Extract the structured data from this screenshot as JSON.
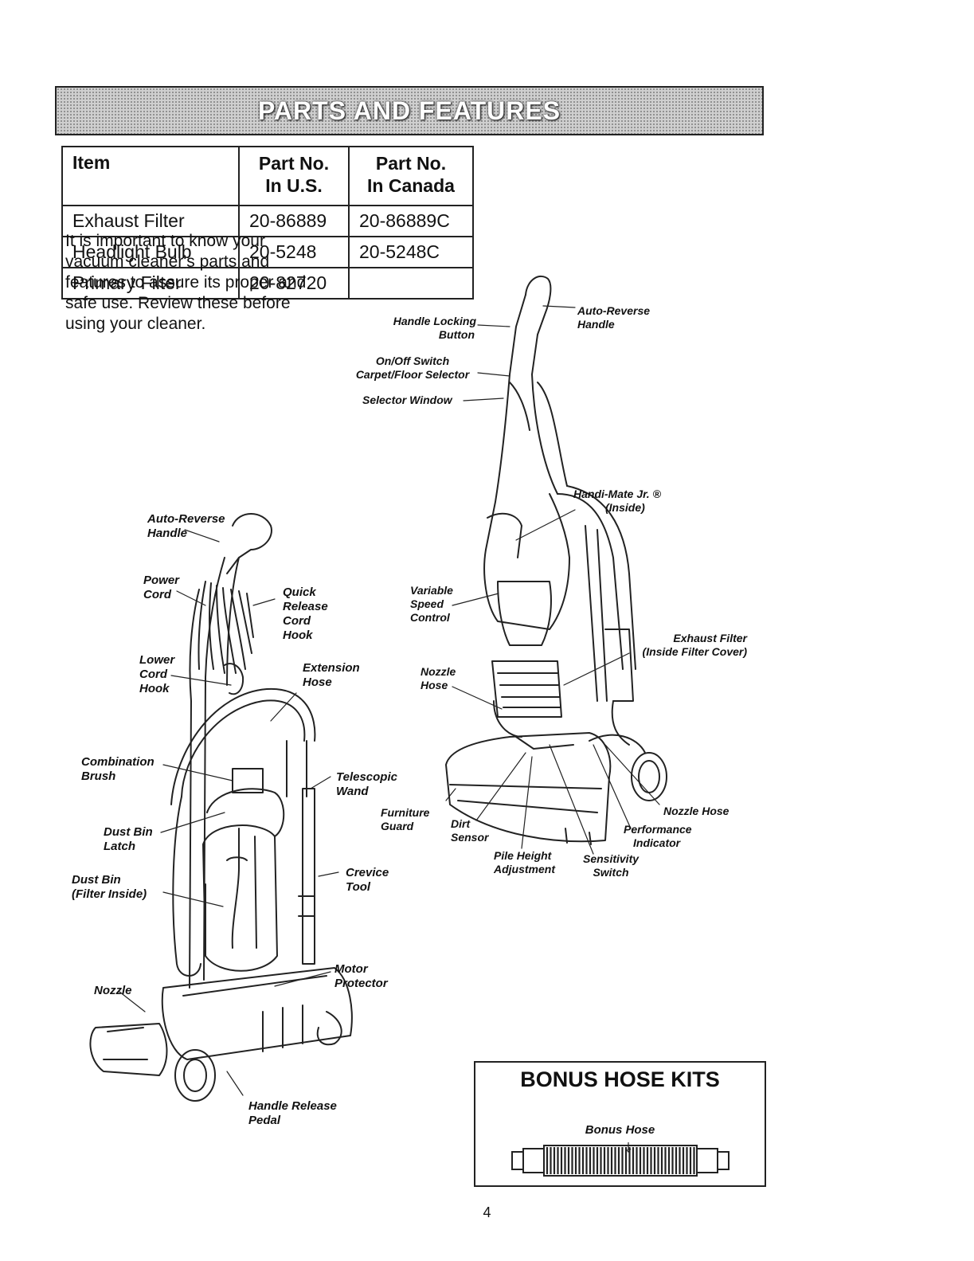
{
  "banner": {
    "title": "PARTS AND FEATURES"
  },
  "table": {
    "headers": {
      "item": "Item",
      "us_line1": "Part No.",
      "us_line2": "In U.S.",
      "ca_line1": "Part No.",
      "ca_line2": "In Canada"
    },
    "rows": [
      {
        "item": "Exhaust Filter",
        "us": "20-86889",
        "ca": "20-86889C"
      },
      {
        "item": "Headlight Bulb",
        "us": "20-5248",
        "ca": "20-5248C"
      },
      {
        "item": "Primary Filter",
        "us": "20-82720",
        "ca": ""
      }
    ]
  },
  "intro": "It is important to know your vacuum cleaner's parts and features to assure its proper and safe use. Review these before using your cleaner.",
  "left_labels": {
    "auto_reverse_handle": [
      "Auto-Reverse",
      "Handle"
    ],
    "power_cord": [
      "Power",
      "Cord"
    ],
    "quick_release": [
      "Quick",
      "Release",
      "Cord",
      "Hook"
    ],
    "lower_cord_hook": [
      "Lower",
      "Cord",
      "Hook"
    ],
    "extension_hose": [
      "Extension",
      "Hose"
    ],
    "combination_brush": [
      "Combination",
      "Brush"
    ],
    "telescopic_wand": [
      "Telescopic",
      "Wand"
    ],
    "dust_bin_latch": [
      "Dust Bin",
      "Latch"
    ],
    "dust_bin": [
      "Dust Bin",
      "(Filter Inside)"
    ],
    "crevice_tool": [
      "Crevice",
      "Tool"
    ],
    "motor_protector": [
      "Motor",
      "Protector"
    ],
    "nozzle": "Nozzle",
    "handle_release": [
      "Handle Release",
      "Pedal"
    ]
  },
  "right_labels": {
    "handle_locking": [
      "Handle Locking",
      "Button"
    ],
    "auto_reverse_handle": [
      "Auto-Reverse",
      "Handle"
    ],
    "onoff": [
      "On/Off Switch",
      "Carpet/Floor Selector"
    ],
    "selector_window": "Selector Window",
    "handimate": [
      "Handi-Mate Jr. ®",
      "(Inside)"
    ],
    "variable_speed": [
      "Variable",
      "Speed",
      "Control"
    ],
    "exhaust_filter": [
      "Exhaust Filter",
      "(Inside Filter Cover)"
    ],
    "nozzle_hose_left": [
      "Nozzle",
      "Hose"
    ],
    "furniture_guard": [
      "Furniture",
      "Guard"
    ],
    "dirt_sensor": [
      "Dirt",
      "Sensor"
    ],
    "nozzle_hose_right": "Nozzle Hose",
    "performance": [
      "Performance",
      "Indicator"
    ],
    "pile_height": [
      "Pile Height",
      "Adjustment"
    ],
    "sensitivity": [
      "Sensitivity",
      "Switch"
    ]
  },
  "bonus": {
    "title": "BONUS HOSE KITS",
    "hose_label": "Bonus Hose"
  },
  "page_number": "4"
}
